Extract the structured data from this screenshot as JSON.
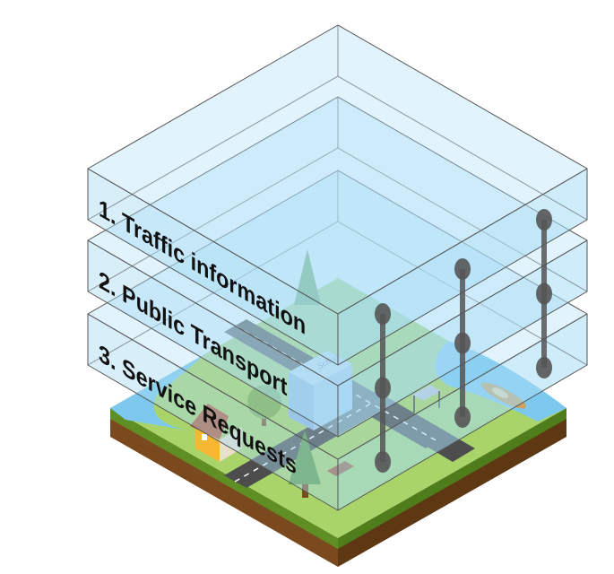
{
  "layers": [
    {
      "label": "1. Traffic information"
    },
    {
      "label": "2. Public Transport"
    },
    {
      "label": "3. Service Requests"
    }
  ],
  "city": {
    "school_sign": "School"
  },
  "colors": {
    "layer_fill": "#a8dcf5",
    "layer_stroke": "#555555",
    "grass": "#8cc63f",
    "water": "#7cc8ef",
    "soil": "#7a4a1e",
    "road": "#4d4d4d",
    "connector": "#555555"
  }
}
